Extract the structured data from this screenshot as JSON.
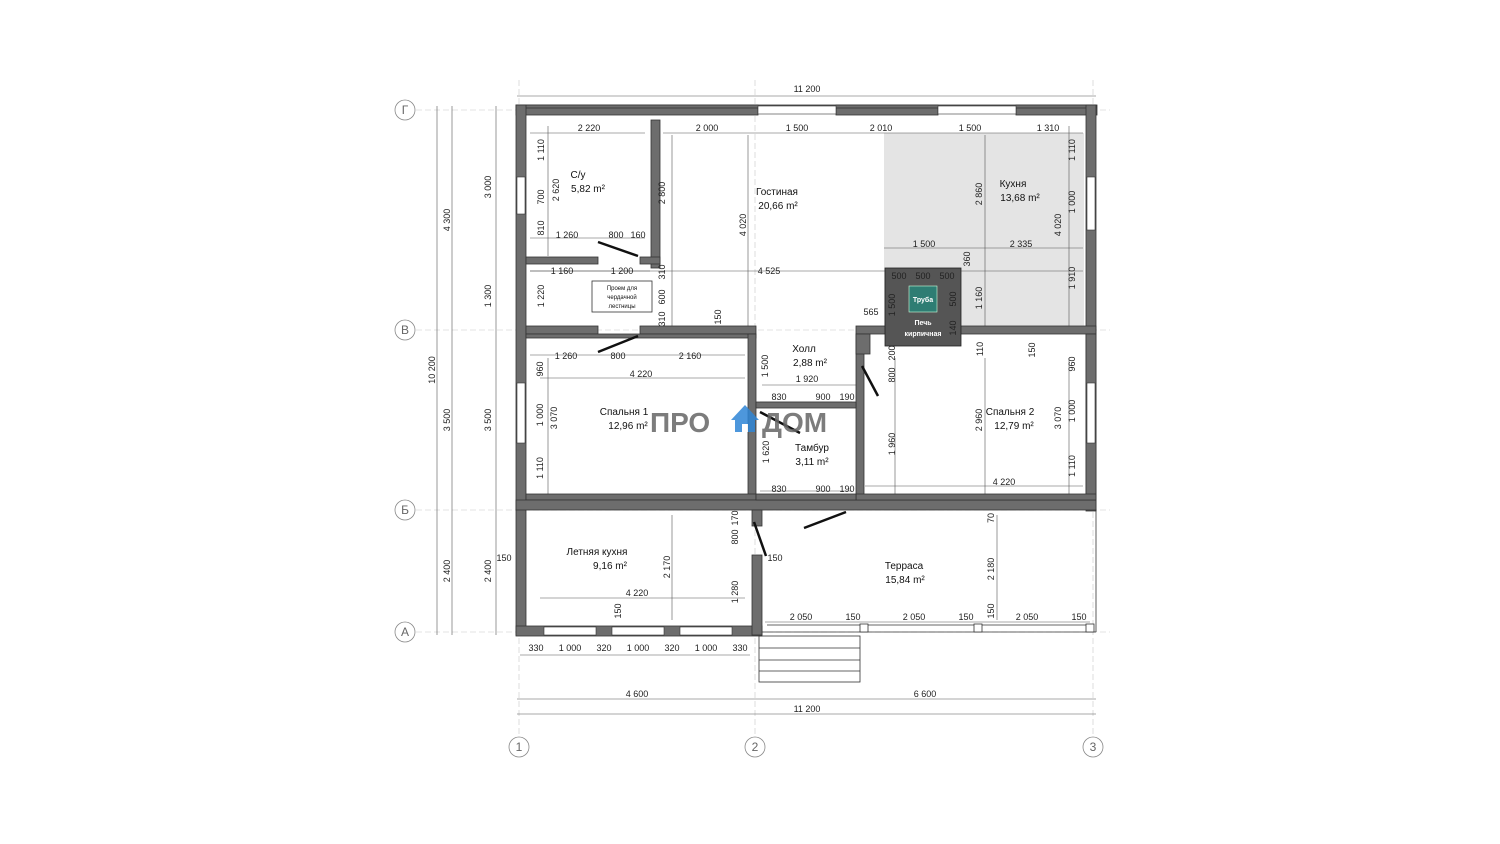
{
  "axes": {
    "letters": [
      "Г",
      "В",
      "Б",
      "А"
    ],
    "numbers": [
      "1",
      "2",
      "3"
    ]
  },
  "dims": {
    "top_overall": "11 200",
    "bottom_overall": "11 200",
    "bottom_left": "4 600",
    "bottom_right": "6 600",
    "left_overall": "10 200",
    "left_4300": "4 300",
    "left_3500": "3 500",
    "left_2400": "2 400",
    "inner_3000": "3 000",
    "inner_1300": "1 300",
    "inner_3500": "3 500",
    "inner_2400": "2 400",
    "top_row": [
      "2 220",
      "2 000",
      "1 500",
      "2 010",
      "1 500",
      "1 310"
    ],
    "bottom_row": [
      "330",
      "1 000",
      "320",
      "1 000",
      "320",
      "1 000",
      "330"
    ],
    "terrace_row": [
      "2 050",
      "150",
      "2 050",
      "150",
      "150",
      "2 050",
      "150"
    ],
    "misc": {
      "d1110a": "1 110",
      "d2620": "2 620",
      "d700": "700",
      "d810": "810",
      "d1260a": "1 260",
      "d800a": "800",
      "d160": "160",
      "d2800": "2 800",
      "d1160": "1 160",
      "d1200": "1 200",
      "d310a": "310",
      "d1220": "1 220",
      "d600": "600",
      "d310b": "310",
      "d4525": "4 525",
      "d4020a": "4 020",
      "d150a": "150",
      "d1500a": "1 500",
      "d2335": "2 335",
      "d2860": "2 860",
      "d1000a": "1 000",
      "d4020b": "4 020",
      "d1110b": "1 110",
      "d1910": "1 910",
      "d500a": "500",
      "d500b": "500",
      "d500c": "500",
      "d360": "360",
      "d1500b": "1 500",
      "d1160b": "1 160",
      "d500d": "500",
      "d565": "565",
      "d140": "140",
      "d1260b": "1 260",
      "d800b": "800",
      "d2160": "2 160",
      "d960a": "960",
      "d4220a": "4 220",
      "d1000b": "1 000",
      "d3070a": "3 070",
      "d1110c": "1 110",
      "d1500c": "1 500",
      "d1920": "1 920",
      "d830a": "830",
      "d900a": "900",
      "d190a": "190",
      "d1620": "1 620",
      "d830b": "830",
      "d900b": "900",
      "d190b": "190",
      "d200": "200",
      "d800c": "800",
      "d1960": "1 960",
      "d110": "110",
      "d150b": "150",
      "d2960": "2 960",
      "d960b": "960",
      "d1000c": "1 000",
      "d3070b": "3 070",
      "d1110d": "1 110",
      "d4220b": "4 220",
      "d150c": "150",
      "d2170": "2 170",
      "d4220c": "4 220",
      "d150d": "150",
      "d800d": "800",
      "d170": "170",
      "d1280": "1 280",
      "d150e": "150",
      "d70": "70",
      "d2180": "2 180",
      "d150f": "150"
    }
  },
  "rooms": {
    "bath_name": "С/у",
    "bath_area": "5,82 m²",
    "living_name": "Гостиная",
    "living_area": "20,66 m²",
    "kitchen_name": "Кухня",
    "kitchen_area": "13,68 m²",
    "hall_name": "Холл",
    "hall_area": "2,88 m²",
    "bed1_name": "Спальня 1",
    "bed1_area": "12,96 m²",
    "bed2_name": "Спальня 2",
    "bed2_area": "12,79 m²",
    "vest_name": "Тамбур",
    "vest_area": "3,11 m²",
    "summer_name": "Летняя кухня",
    "summer_area": "9,16 m²",
    "terrace_name": "Терраса",
    "terrace_area": "15,84 m²"
  },
  "labels": {
    "attic_line1": "Проем для",
    "attic_line2": "чердачной",
    "attic_line3": "лестницы",
    "chimney": "Труба",
    "stove_line1": "Печь",
    "stove_line2": "кирпичная"
  },
  "logo": {
    "left": "ПРО",
    "right": "ДОМ",
    "house_icon": "house-icon"
  },
  "colors": {
    "wall": "#6d6d6d",
    "kitchen_fill": "#e4e4e4",
    "stove": "#555555",
    "chimney": "#2e7d73",
    "logo_accent": "#2f86d6"
  }
}
